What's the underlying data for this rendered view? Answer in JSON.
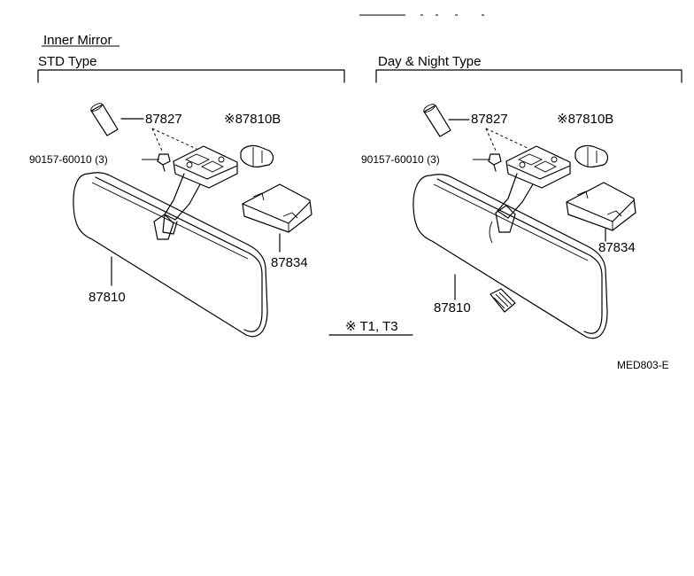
{
  "header": {
    "section_title": "Inner Mirror",
    "std_type": "STD Type",
    "day_night_type": "Day & Night Type"
  },
  "std": {
    "part_87827": "87827",
    "part_87810B": "※87810B",
    "part_bolt": "90157-60010 (3)",
    "part_87834": "87834",
    "part_87810": "87810"
  },
  "day_night": {
    "part_87827": "87827",
    "part_87810B": "※87810B",
    "part_bolt": "90157-60010 (3)",
    "part_87834": "87834",
    "part_87810": "87810"
  },
  "note": "※  T1, T3",
  "drawing_code": "MED803-E"
}
